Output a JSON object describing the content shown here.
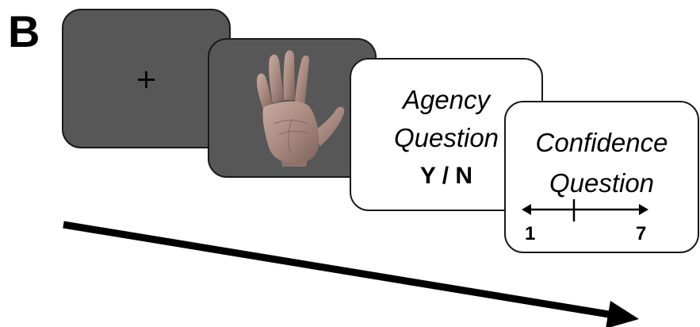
{
  "panel_label": "B",
  "fixation": {
    "symbol": "+"
  },
  "hand_stimulus": {
    "icon": "hand-icon",
    "skin_color": "#a98a80",
    "background_color": "#575757"
  },
  "agency_card": {
    "line1": "Agency",
    "line2": "Question",
    "response": "Y / N"
  },
  "confidence_card": {
    "line1": "Confidence",
    "line2": "Question",
    "scale_min": "1",
    "scale_max": "7"
  },
  "time_arrow": {
    "icon": "arrow-icon",
    "color": "#000000"
  },
  "colors": {
    "dark_card": "#575757",
    "light_card": "#ffffff",
    "border": "#1a1a1a"
  }
}
